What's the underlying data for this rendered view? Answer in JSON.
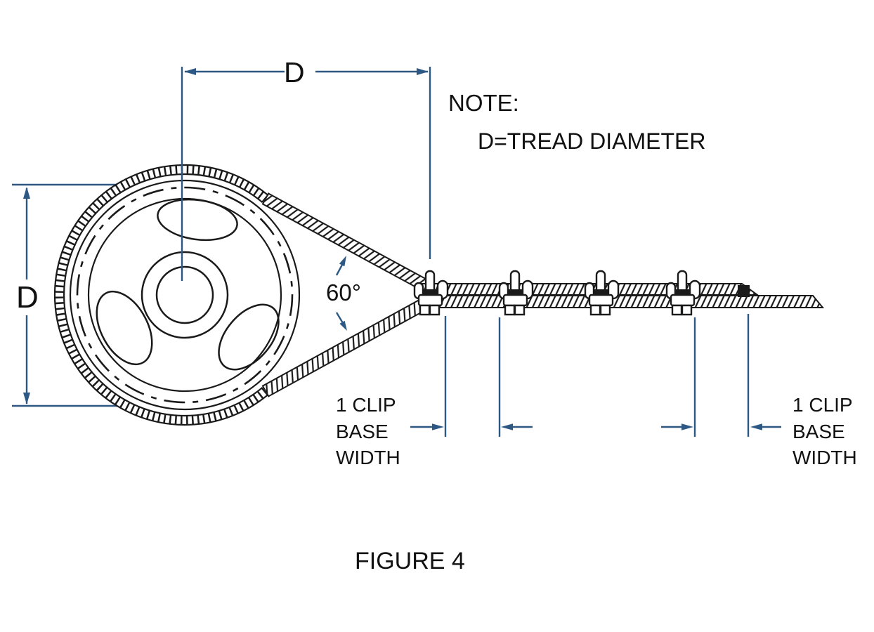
{
  "colors": {
    "ink": "#1a1a1a",
    "dimension": "#2d5884",
    "background": "#ffffff"
  },
  "note": {
    "label": "NOTE:",
    "body": "D=TREAD DIAMETER"
  },
  "dimensions": {
    "top_diameter_label": "D",
    "left_diameter_label": "D",
    "rope_angle_label": "60°",
    "clip_base_width_left": {
      "line1": "1 CLIP",
      "line2": "BASE",
      "line3": "WIDTH"
    },
    "clip_base_width_right": {
      "line1": "1 CLIP",
      "line2": "BASE",
      "line3": "WIDTH"
    }
  },
  "caption": "FIGURE 4"
}
